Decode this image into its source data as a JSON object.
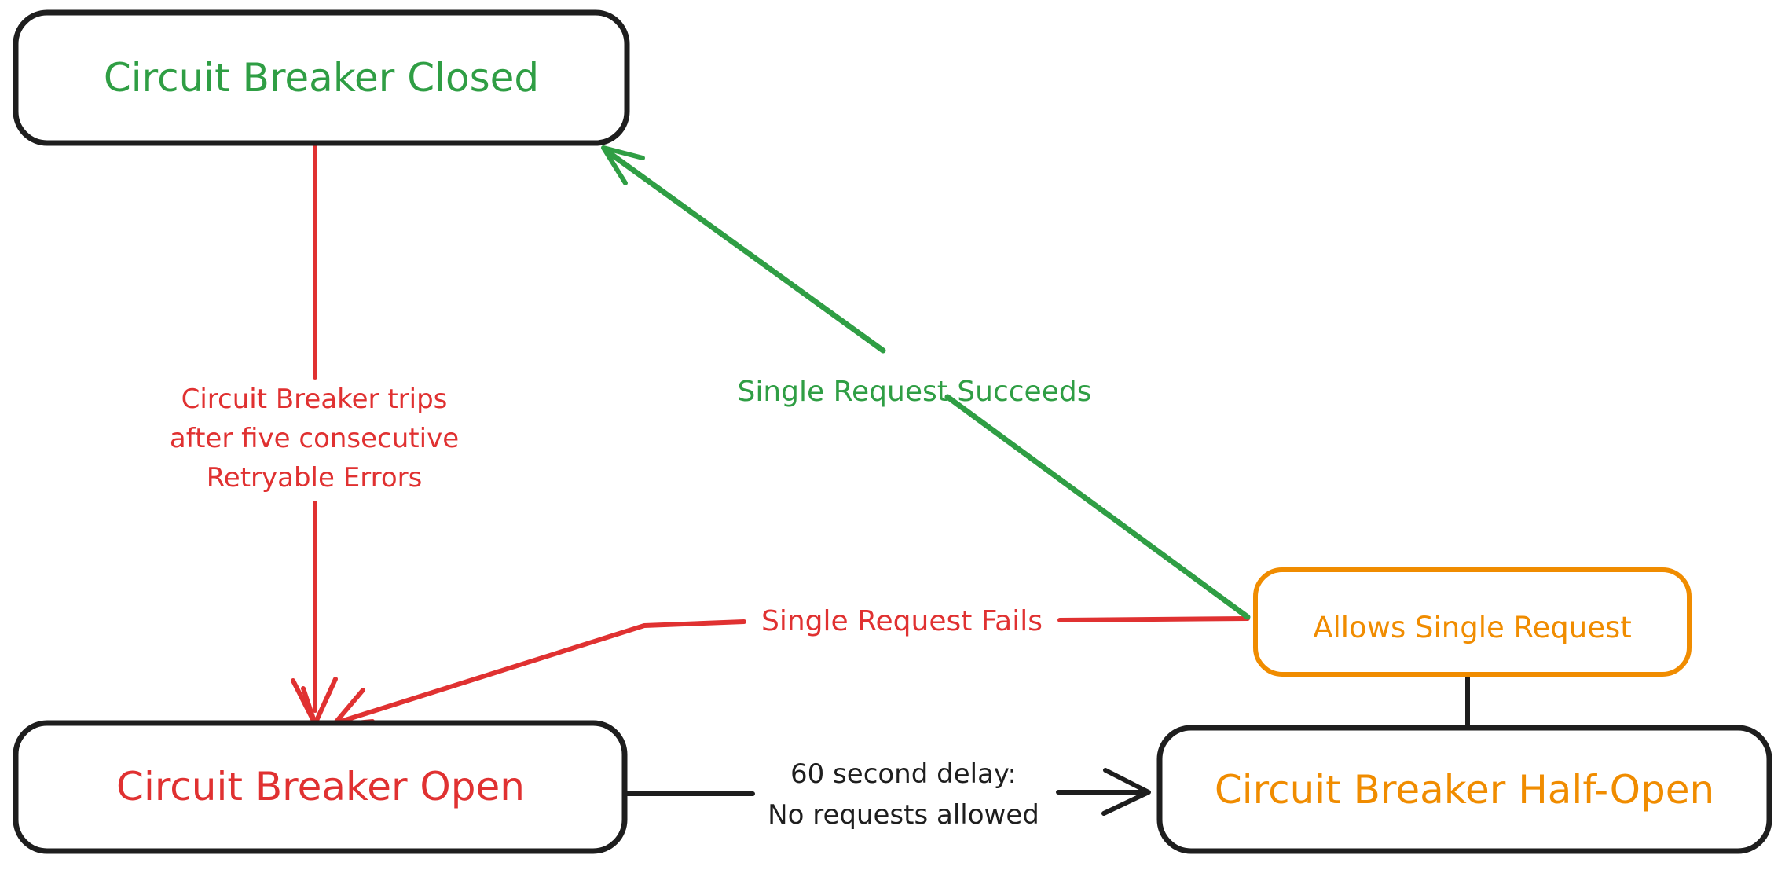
{
  "colors": {
    "green": "#2f9e44",
    "red": "#e03131",
    "orange": "#f08c00",
    "black": "#1e1e1e",
    "background": "#ffffff"
  },
  "nodes": {
    "closed": {
      "label": "Circuit Breaker Closed",
      "text_color": "#2f9e44",
      "border_color": "#1e1e1e"
    },
    "open": {
      "label": "Circuit Breaker Open",
      "text_color": "#e03131",
      "border_color": "#1e1e1e"
    },
    "half_open": {
      "label": "Circuit Breaker Half-Open",
      "text_color": "#f08c00",
      "border_color": "#1e1e1e"
    },
    "allows": {
      "label": "Allows Single Request",
      "text_color": "#f08c00",
      "border_color": "#f08c00"
    }
  },
  "edges": {
    "trip": {
      "from": "closed",
      "to": "open",
      "color": "#e03131",
      "label_lines": [
        "Circuit Breaker trips",
        "after five consecutive",
        "Retryable Errors"
      ]
    },
    "fail": {
      "from": "allows",
      "to": "open",
      "color": "#e03131",
      "label": "Single Request Fails"
    },
    "succeed": {
      "from": "allows",
      "to": "closed",
      "color": "#2f9e44",
      "label": "Single Request Succeeds"
    },
    "delay": {
      "from": "open",
      "to": "half_open",
      "color": "#1e1e1e",
      "label_lines": [
        "60 second delay:",
        "No requests allowed"
      ]
    },
    "half_open_to_allows": {
      "from": "half_open",
      "to": "allows",
      "color": "#1e1e1e"
    }
  }
}
